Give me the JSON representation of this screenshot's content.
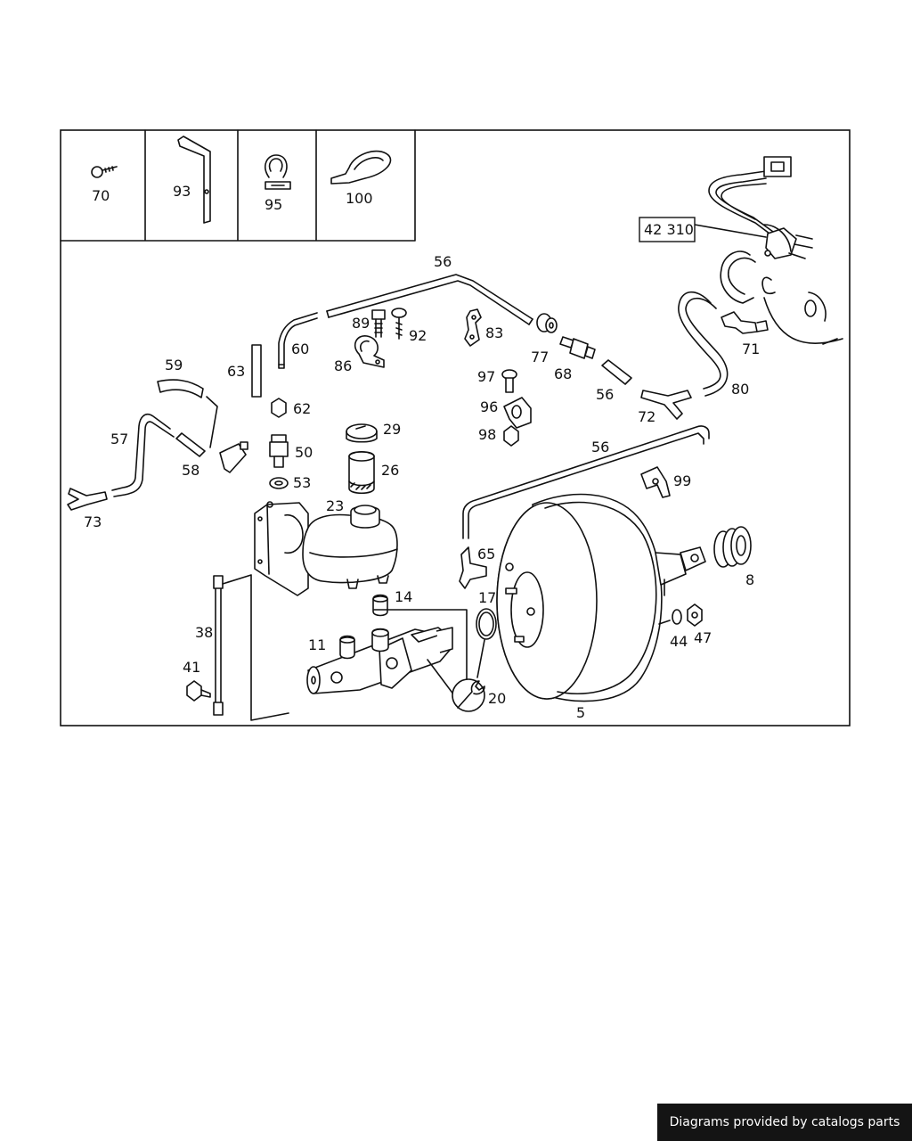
{
  "legend_box": {
    "items": [
      {
        "part": "70",
        "icon": "screw-icon"
      },
      {
        "part": "93",
        "icon": "bracket-icon"
      },
      {
        "part": "95",
        "icon": "hose-clamp-icon"
      },
      {
        "part": "100",
        "icon": "cable-tie-icon"
      }
    ]
  },
  "callouts": [
    {
      "id": "p42310",
      "label": "42 310"
    },
    {
      "id": "p56a",
      "label": "56"
    },
    {
      "id": "p89",
      "label": "89"
    },
    {
      "id": "p92",
      "label": "92"
    },
    {
      "id": "p83",
      "label": "83"
    },
    {
      "id": "p77",
      "label": "77"
    },
    {
      "id": "p60",
      "label": "60"
    },
    {
      "id": "p86",
      "label": "86"
    },
    {
      "id": "p68",
      "label": "68"
    },
    {
      "id": "p71",
      "label": "71"
    },
    {
      "id": "p59",
      "label": "59"
    },
    {
      "id": "p63",
      "label": "63"
    },
    {
      "id": "p97",
      "label": "97"
    },
    {
      "id": "p56b",
      "label": "56"
    },
    {
      "id": "p80",
      "label": "80"
    },
    {
      "id": "p62",
      "label": "62"
    },
    {
      "id": "p96",
      "label": "96"
    },
    {
      "id": "p72",
      "label": "72"
    },
    {
      "id": "p29",
      "label": "29"
    },
    {
      "id": "p57",
      "label": "57"
    },
    {
      "id": "p98",
      "label": "98"
    },
    {
      "id": "p50",
      "label": "50"
    },
    {
      "id": "p56c",
      "label": "56"
    },
    {
      "id": "p58",
      "label": "58"
    },
    {
      "id": "p26",
      "label": "26"
    },
    {
      "id": "p99",
      "label": "99"
    },
    {
      "id": "p53",
      "label": "53"
    },
    {
      "id": "p73",
      "label": "73"
    },
    {
      "id": "p23",
      "label": "23"
    },
    {
      "id": "p65",
      "label": "65"
    },
    {
      "id": "p8",
      "label": "8"
    },
    {
      "id": "p14",
      "label": "14"
    },
    {
      "id": "p17",
      "label": "17"
    },
    {
      "id": "p38",
      "label": "38"
    },
    {
      "id": "p11",
      "label": "11"
    },
    {
      "id": "p44",
      "label": "44"
    },
    {
      "id": "p47",
      "label": "47"
    },
    {
      "id": "p41",
      "label": "41"
    },
    {
      "id": "p20",
      "label": "20"
    },
    {
      "id": "p5",
      "label": "5"
    }
  ],
  "footer": {
    "credit": "Diagrams provided by catalogs parts"
  },
  "colors": {
    "line": "#111111",
    "background": "#ffffff",
    "credit_bg": "#141414",
    "credit_text": "#ffffff"
  }
}
